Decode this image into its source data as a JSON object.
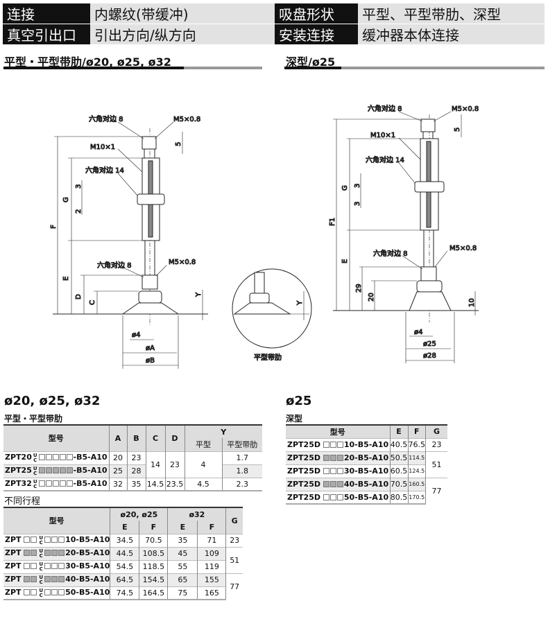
{
  "header": [
    {
      "label": "连接",
      "value": "内螺纹(带缓冲)",
      "label2": "吸盘形状",
      "value2": "平型、平型带肋、深型"
    },
    {
      "label": "真空引出口",
      "value": "引出方向/纵方向",
      "label2": "安装连接",
      "value2": "缓冲器本体连接"
    }
  ],
  "sections": {
    "left": "平型・平型带肋/ø20, ø25, ø32",
    "right": "深型/ø25"
  },
  "drawing_left": {
    "hex8_top": "六角对边 8",
    "m5_top": "M5×0.8",
    "m10": "M10×1",
    "hex14": "六角对边 14",
    "d3": "3",
    "d2": "2",
    "g": "G",
    "f": "F",
    "hex8_bot": "六角对边 8",
    "m5_bot": "M5×0.8",
    "e": "E",
    "d": "D",
    "c": "C",
    "y": "Y",
    "d5": "5",
    "phi4": "ø4",
    "phiA": "øA",
    "phiB": "øB"
  },
  "drawing_inset": {
    "y": "Y",
    "caption": "平型带肋"
  },
  "drawing_right": {
    "hex8_top": "六角对边 8",
    "m5_top": "M5×0.8",
    "d5": "5",
    "m10": "M10×1",
    "hex14": "六角对边 14",
    "d3a": "3",
    "d3b": "3",
    "g": "G",
    "f1": "F1",
    "hex8_bot": "六角对边 8",
    "m5_bot": "M5×0.8",
    "e": "E",
    "d29": "29",
    "d20": "20",
    "d10": "10",
    "phi4": "ø4",
    "phi25": "ø25",
    "phi28": "ø28"
  },
  "left_tables": {
    "title": "ø20, ø25, ø32",
    "subtitle": "平型・平型带肋",
    "t1": {
      "headers": {
        "model": "型号",
        "a": "A",
        "b": "B",
        "c": "C",
        "d": "D",
        "y": "Y",
        "y_flat": "平型",
        "y_rib": "平型带肋"
      },
      "rows": [
        {
          "model": {
            "prefix": "ZPT20",
            "uc": [
              "U",
              "C"
            ],
            "boxes": 5,
            "suffix": "-B5-A10"
          },
          "a": "20",
          "b": "23",
          "c": "14",
          "d": "23",
          "y_flat": "4",
          "y_rib": "1.7"
        },
        {
          "model": {
            "prefix": "ZPT25",
            "uc": [
              "U",
              "C"
            ],
            "boxes": 5,
            "suffix": "-B5-A10"
          },
          "a": "25",
          "b": "28",
          "y_rib": "1.8"
        },
        {
          "model": {
            "prefix": "ZPT32",
            "uc": [
              "U",
              "C"
            ],
            "boxes": 5,
            "suffix": "-B5-A10"
          },
          "a": "32",
          "b": "35",
          "c": "14.5",
          "d": "23.5",
          "y_flat": "4.5",
          "y_rib": "2.3"
        }
      ]
    },
    "subtitle2": "不同行程",
    "t2": {
      "headers": {
        "model": "型号",
        "g1": "ø20, ø25",
        "g2": "ø32",
        "e": "E",
        "f": "F",
        "g": "G"
      },
      "rows": [
        {
          "model": {
            "prefix": "ZPT",
            "pre_boxes": 2,
            "uc": [
              "U",
              "C"
            ],
            "boxes": 3,
            "suffix": "10-B5-A10"
          },
          "e1": "34.5",
          "f1": "70.5",
          "e2": "35",
          "f2": "71",
          "g": "23"
        },
        {
          "model": {
            "prefix": "ZPT",
            "pre_boxes": 2,
            "uc": [
              "U",
              "C"
            ],
            "boxes": 3,
            "suffix": "20-B5-A10"
          },
          "e1": "44.5",
          "f1": "108.5",
          "e2": "45",
          "f2": "109",
          "g": "51"
        },
        {
          "model": {
            "prefix": "ZPT",
            "pre_boxes": 2,
            "uc": [
              "U",
              "C"
            ],
            "boxes": 3,
            "suffix": "30-B5-A10"
          },
          "e1": "54.5",
          "f1": "118.5",
          "e2": "55",
          "f2": "119"
        },
        {
          "model": {
            "prefix": "ZPT",
            "pre_boxes": 2,
            "uc": [
              "U",
              "C"
            ],
            "boxes": 3,
            "suffix": "40-B5-A10"
          },
          "e1": "64.5",
          "f1": "154.5",
          "e2": "65",
          "f2": "155",
          "g": "77"
        },
        {
          "model": {
            "prefix": "ZPT",
            "pre_boxes": 2,
            "uc": [
              "U",
              "C"
            ],
            "boxes": 3,
            "suffix": "50-B5-A10"
          },
          "e1": "74.5",
          "f1": "164.5",
          "e2": "75",
          "f2": "165"
        }
      ]
    }
  },
  "right_tables": {
    "title": "ø25",
    "subtitle": "深型",
    "t3": {
      "headers": {
        "model": "型号",
        "e": "E",
        "f": "F",
        "g": "G"
      },
      "rows": [
        {
          "model": {
            "prefix": "ZPT25D",
            "boxes": 3,
            "suffix": "10-B5-A10"
          },
          "e": "40.5",
          "f": "76.5",
          "g": "23"
        },
        {
          "model": {
            "prefix": "ZPT25D",
            "boxes": 3,
            "suffix": "20-B5-A10"
          },
          "e": "50.5",
          "f": "114.5",
          "g": "51"
        },
        {
          "model": {
            "prefix": "ZPT25D",
            "boxes": 3,
            "suffix": "30-B5-A10"
          },
          "e": "60.5",
          "f": "124.5"
        },
        {
          "model": {
            "prefix": "ZPT25D",
            "boxes": 3,
            "suffix": "40-B5-A10"
          },
          "e": "70.5",
          "f": "160.5",
          "g": "77"
        },
        {
          "model": {
            "prefix": "ZPT25D",
            "boxes": 3,
            "suffix": "50-B5-A10"
          },
          "e": "80.5",
          "f": "170.5"
        }
      ]
    }
  }
}
